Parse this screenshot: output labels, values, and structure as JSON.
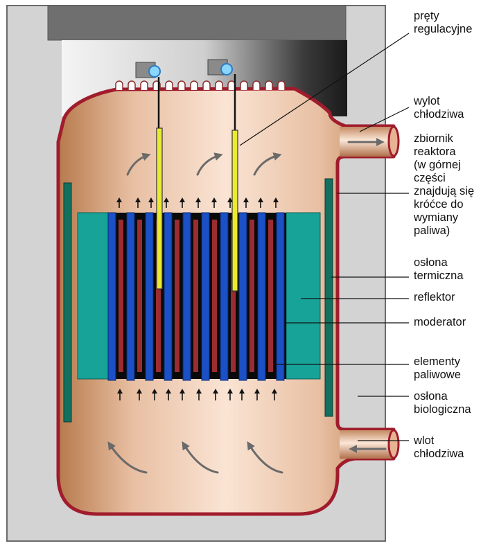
{
  "diagram": {
    "labels": {
      "prety_regulacyjne": [
        "pręty",
        "regulacyjne"
      ],
      "wylot_chlodziwa": [
        "wylot",
        "chłodziwa"
      ],
      "zbiornik_reaktora": [
        "zbiornik",
        "reaktora",
        "(w górnej",
        "części",
        "znajdują się",
        "króćce do",
        "wymiany",
        "paliwa)"
      ],
      "oslona_termiczna": [
        "osłona",
        "termiczna"
      ],
      "reflektor": [
        "reflektor"
      ],
      "moderator": [
        "moderator"
      ],
      "elementy_paliwowe": [
        "elementy",
        "paliwowe"
      ],
      "oslona_biologiczna": [
        "osłona",
        "biologiczna"
      ],
      "wlot_chlodziwa": [
        "wlot",
        "chłodziwa"
      ]
    },
    "colors": {
      "biological_shield": "#d3d3d3",
      "vessel_outline": "#a01c2c",
      "vessel_fill_center": "#fae4d4",
      "vessel_fill_edge": "#b77a4d",
      "top_plate": "#6f6f6f",
      "reflector": "#17a398",
      "thermal_shield": "#12705f",
      "moderator": "#1b50c6",
      "fuel_element": "#9b2c30",
      "control_rod": "#eaea30",
      "flow_arrow": "#6a6a6a"
    },
    "icons": [
      "up-arrow-icon",
      "curved-flow-arrow-icon",
      "flow-direction-arrow-icon",
      "control-rod-drive-icon"
    ]
  }
}
